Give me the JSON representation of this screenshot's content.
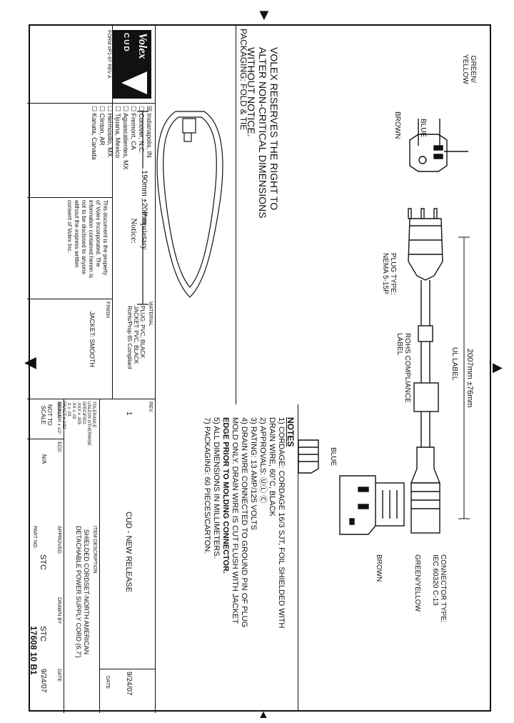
{
  "markers": {
    "top": "▼",
    "bottom": "▲",
    "left": "◀",
    "right": "▶"
  },
  "notice": {
    "line1": "VOLEX RESERVES THE RIGHT TO",
    "line2": "ALTER NON-CRITICAL DIMENSIONS",
    "line3": "WITHOUT NOTICE."
  },
  "plug_labels": {
    "green_yellow": "GREEN/\nYELLOW",
    "blue": "BLUE",
    "brown": "BROWN",
    "plug_type": "PLUG TYPE:\nNEMA 5-15P",
    "rohs": "ROHS COMPLIANCE\nLABEL",
    "ul": "UL LABEL",
    "length": "2007mm ±76mm",
    "connector_type": "CONNECTOR TYPE:\nIEC 60320 C-13",
    "green_yellow_right": "GREEN/YELLOW",
    "blue_right": "BLUE",
    "brown_right": "BROWN"
  },
  "packaging": {
    "title": "PACKAGING: FOLD & TIE",
    "dimension": "190mm ±20mm"
  },
  "notes": {
    "title": "NOTES",
    "items": [
      "1) CORDAGE: CORDAGE 16/3 SJT, FOIL SHIELDED WITH",
      "    DRAIN WIRE, 60°C, BLACK",
      "2) APPROVALS: ⓊⓁ Ⓒ",
      "3) RATING: 13 AMP/125 VOLTS",
      "4) DRAIN WIRE CONNECTED TO GROUND PIN OF PLUG",
      "    MOLD ONLY. DRAIN WIRE IS CUT FLUSH WITH JACKET",
      "    EDGE PRIOR TO MOLDING CONNECTOR.",
      "5) ALL DIMENSIONS IN MILLIMETERS.",
      "7) PACKAGING: 60 PIECES/CARTON."
    ]
  },
  "title_block": {
    "logo_text": "Volex",
    "logo_sub": "CUD",
    "form": "FORM #P1-07 REV A",
    "locations": [
      {
        "checked": true,
        "name": "Indianapolis, IN"
      },
      {
        "checked": false,
        "name": "Conover, N.C."
      },
      {
        "checked": false,
        "name": "Fremont, CA"
      },
      {
        "checked": false,
        "name": "Aguascalientes, MX"
      },
      {
        "checked": false,
        "name": "Tijuana, Mexico"
      },
      {
        "checked": false,
        "name": "Hermosillo, MX"
      },
      {
        "checked": false,
        "name": "Clinton, AR"
      },
      {
        "checked": false,
        "name": "Kanata, Canada"
      }
    ],
    "proprietary_title": "Proprietary\nNotice:",
    "proprietary_text": "This document is the property\nof Volex Incorporated. The\ninformation contained herein is\nnot to be disclosed to anyone\nwithout the express written\nconsent of Volex Inc.",
    "material_label": "MATERIAL",
    "material_lines": [
      "PLUG: PVC, BLACK",
      "JACKET: PVC, BLACK",
      "RoHs/Prop 65 Compliant"
    ],
    "finish_label": "FINISH",
    "finish_value": "JACKET: SMOOTH",
    "scale_label": "SCALE",
    "scale_value": "NOT TO\nSCALE",
    "rev_label": "REV.",
    "ecd_label": "ECD",
    "ecd_value": "N/A",
    "rev_value": "1",
    "rev_desc": "CUD - NEW RELEASE",
    "rev_date": "9/24/07",
    "date_label": "DATE",
    "tolerance": "TOLERANCE\nUNLESS OTHERWISE\nSPECIFIED\n.XXX ± .005\n.XX ± .02\n.X ± .03\nFRACT ± 1/32\nANGULAR ± 1/2°",
    "item_desc_label": "ITEM DESCRIPTION",
    "item_desc": "SHIELDED CORDSET-NORTH AMERICAN\nDETACHABLE POWER SUPPLY CORD (6.7')",
    "approved_label": "APPROVED",
    "approved_value": "STC",
    "drawn_label": "DRAWN BY",
    "drawn_value": "STC",
    "date2_label": "DATE",
    "date2_value": "9/24/07",
    "part_label": "PART NO.",
    "part_value": "17608 10 B1"
  }
}
